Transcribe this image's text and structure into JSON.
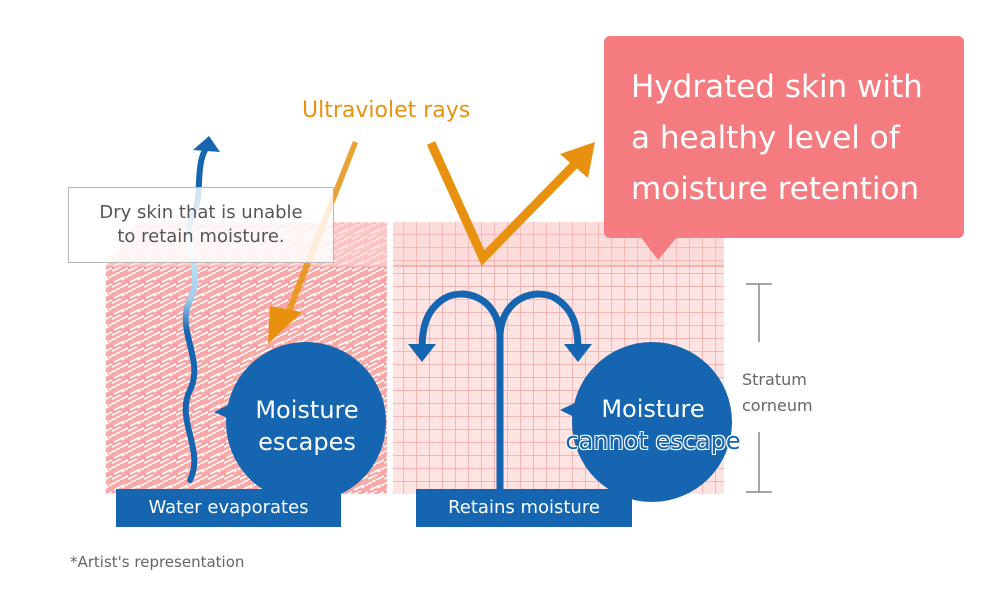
{
  "callout": {
    "line1": "Hydrated skin with",
    "line2": "a healthy level of",
    "line3": "moisture retention"
  },
  "uv_label": "Ultraviolet rays",
  "dry_skin_box": {
    "line1": "Dry skin that is unable",
    "line2": "to retain moisture."
  },
  "bubbles": {
    "escapes_line1": "Moisture",
    "escapes_line2": "escapes",
    "cannot_line1": "Moisture",
    "cannot_line2": "cannot escape"
  },
  "labels": {
    "water_evaporates": "Water evaporates",
    "retains_moisture": "Retains moisture"
  },
  "stratum": {
    "line1": "Stratum",
    "line2": "corneum"
  },
  "footnote": "*Artist's representation",
  "colors": {
    "callout_bg": "#f47b80",
    "skin_fill": "#fcdcda",
    "skin_top": "#fbc4c2",
    "grid_line": "#f08a8a",
    "accent_blue": "#1565b0",
    "uv_orange": "#e8910f"
  }
}
